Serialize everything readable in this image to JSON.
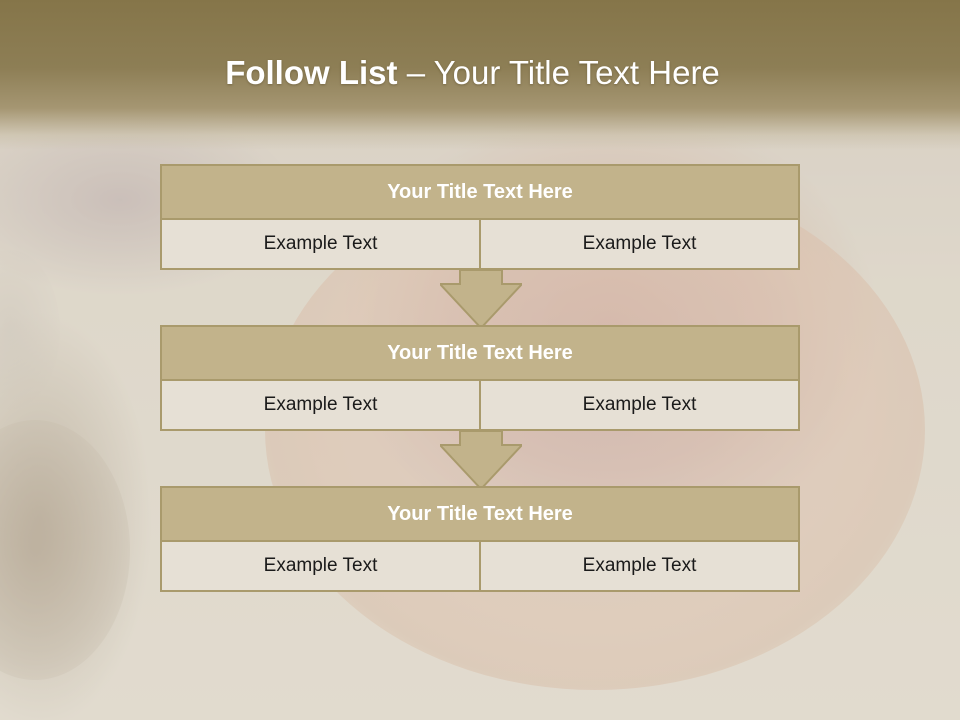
{
  "slide": {
    "title_bold": "Follow List",
    "title_rest": " – Your Title Text Here"
  },
  "steps": [
    {
      "title": "Your Title Text Here",
      "left": "Example Text",
      "right": "Example Text"
    },
    {
      "title": "Your Title Text Here",
      "left": "Example Text",
      "right": "Example Text"
    },
    {
      "title": "Your Title Text Here",
      "left": "Example Text",
      "right": "Example Text"
    }
  ],
  "colors": {
    "header": "#857549",
    "block_fill": "#c2b38b",
    "block_border": "#a99a6c",
    "cell_fill": "#e6e0d5"
  },
  "icons": [
    "down-arrow-icon"
  ]
}
